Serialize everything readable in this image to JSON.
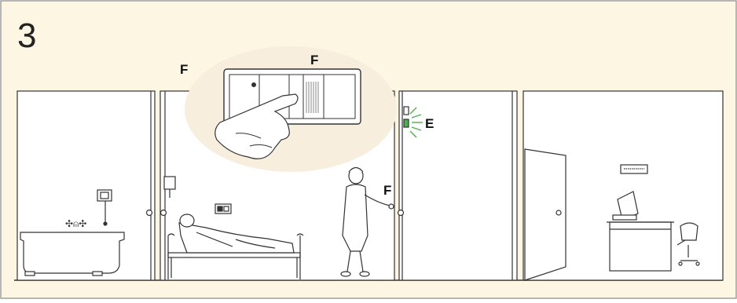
{
  "panel": {
    "step_number": "3",
    "background_color": "#fdf6e3",
    "frame_color": "#8a8a8a"
  },
  "callouts": {
    "f_left": "F",
    "f_magnified": "F",
    "e_indicator": "E",
    "f_nurse": "F"
  },
  "icons": {
    "magnifier": "pushbutton-plate-icon",
    "indicator": "green-light-icon",
    "bed": "hospital-bed-icon",
    "bath": "bathtub-icon",
    "desk": "computer-desk-icon"
  },
  "colors": {
    "signal_green": "#4caf50",
    "ink": "#333333"
  }
}
